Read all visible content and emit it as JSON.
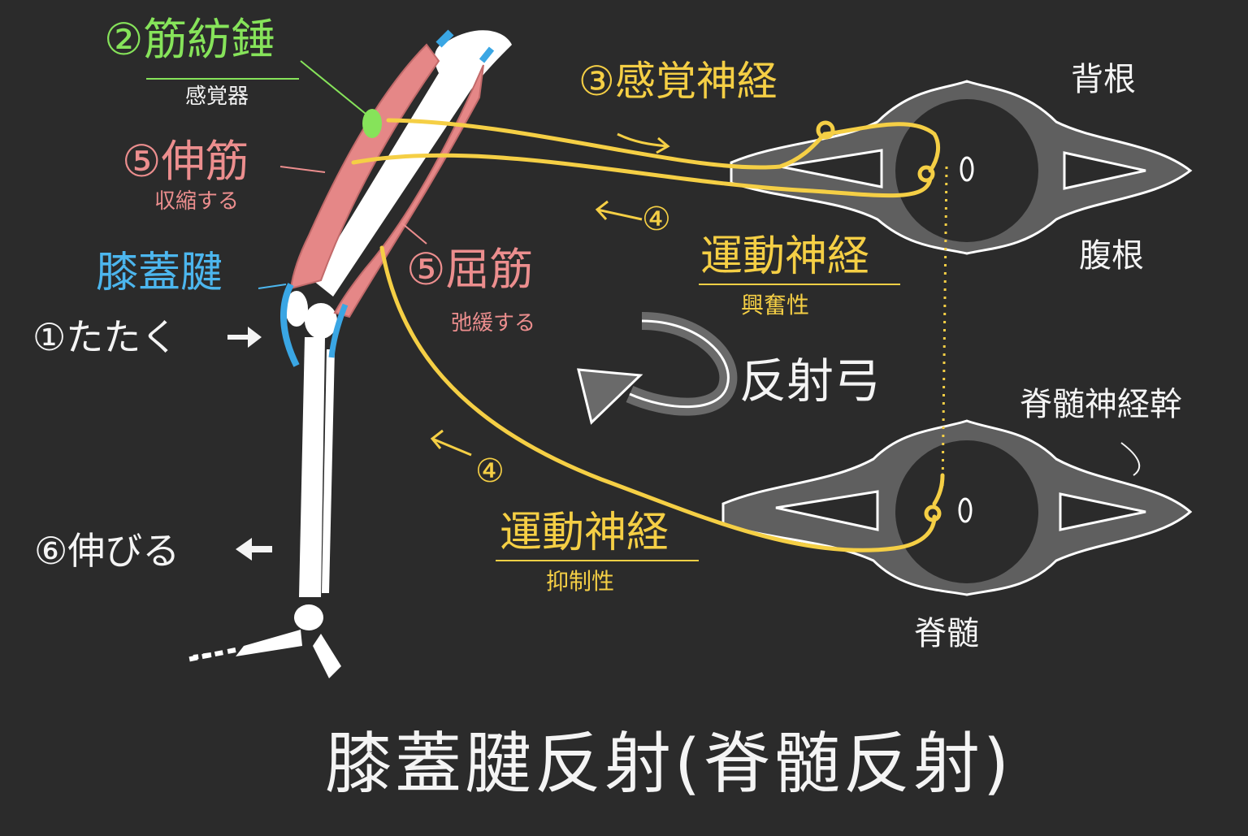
{
  "title": "膝蓋腱反射(脊髄反射)",
  "labels": {
    "muscle_spindle": "②筋紡錘",
    "muscle_spindle_sub": "感覚器",
    "extensor": "⑤伸筋",
    "extensor_sub": "収縮する",
    "patellar_tendon": "膝蓋腱",
    "tap": "①たたく",
    "flexor": "⑤屈筋",
    "flexor_sub": "弛緩する",
    "extend": "⑥伸びる",
    "sensory_nerve": "③感覚神経",
    "motor_nerve_top_num": "④",
    "motor_nerve_top": "運動神経",
    "motor_nerve_top_sub": "興奮性",
    "reflex_arc": "反射弓",
    "motor_nerve_bottom_num": "④",
    "motor_nerve_bottom": "運動神経",
    "motor_nerve_bottom_sub": "抑制性",
    "dorsal_root": "背根",
    "ventral_root": "腹根",
    "spinal_nerve_trunk": "脊髄神経幹",
    "spinal_cord": "脊髄"
  },
  "colors": {
    "background": "#2b2b2b",
    "bone": "#ffffff",
    "muscle": "#e58787",
    "tendon": "#3aa6e4",
    "spindle": "#86e35a",
    "nerve": "#f5cf45",
    "spinal_cord": "#6a6a6a",
    "text": "#f4f4f4"
  }
}
